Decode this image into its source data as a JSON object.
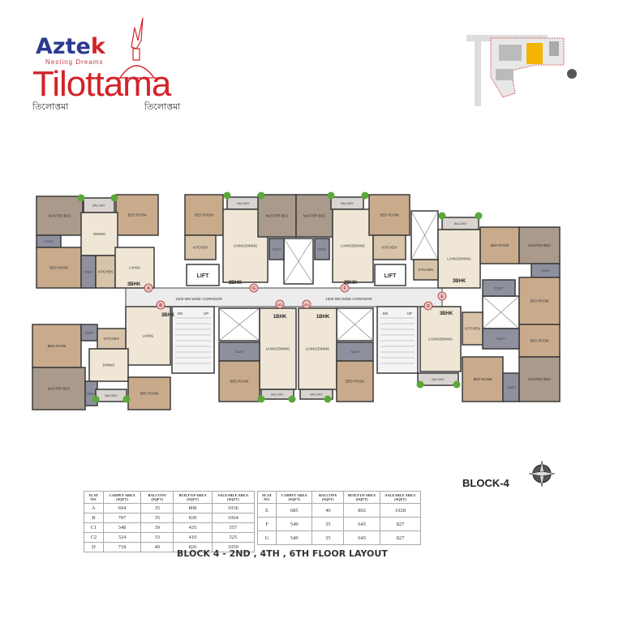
{
  "brand": {
    "company": "Aztek",
    "company_main": "Azte",
    "company_last": "k",
    "tagline": "Nesting Dreams",
    "project": "Tilottama",
    "project_bengali_1": "তিলোত্তমা",
    "project_bengali_2": "তিলোত্তমা"
  },
  "block_title": "BLOCK-4",
  "caption": "BLOCK 4 -  2ND , 4TH , 6TH FLOOR LAYOUT",
  "colors": {
    "brand_red": "#d2232a",
    "brand_blue": "#2b3a8f",
    "bedroom": "#c9ab8c",
    "master_bed": "#a99a8b",
    "living": "#efe6d6",
    "toilet": "#8e909e"
  },
  "plan": {
    "labels": {
      "master_bed": "MASTER BED",
      "bed_room": "BED ROOM",
      "balcony": "BALCONY",
      "dining": "DINING",
      "living": "LIVING",
      "living_dining": "LIVING/DINING",
      "kitchen": "KITCHEN",
      "toilet": "TOILET",
      "lift": "LIFT",
      "dn": "DN",
      "up": "UP",
      "corridor": "1500 MM WIDE CORRIDOR",
      "bhk3": "3BHK",
      "bhk2": "2BHK",
      "bhk1": "1BHK"
    },
    "flat_markers": [
      "A",
      "B",
      "G",
      "F",
      "4C1",
      "4C2",
      "E",
      "D"
    ]
  },
  "compass_icon": "compass-rose-icon",
  "site_map_icon": "site-key-plan",
  "table_headers": [
    "FLAT NO.",
    "CARPET AREA (SQFT)",
    "BALCONY (SQFT)",
    "BUILT-UP AREA (SQFT)",
    "SALEABLE AREA (SQFT)"
  ],
  "table_left": [
    [
      "A",
      "694",
      "35",
      "808",
      "1036"
    ],
    [
      "B",
      "707",
      "35",
      "830",
      "1064"
    ],
    [
      "C1",
      "348",
      "39",
      "435",
      "557"
    ],
    [
      "C2",
      "324",
      "33",
      "410",
      "525"
    ],
    [
      "D",
      "718",
      "40",
      "826",
      "1059"
    ]
  ],
  "table_right": [
    [
      "E",
      "685",
      "40",
      "802",
      "1028"
    ],
    [
      "F",
      "549",
      "35",
      "645",
      "827"
    ],
    [
      "G",
      "549",
      "35",
      "645",
      "827"
    ]
  ]
}
